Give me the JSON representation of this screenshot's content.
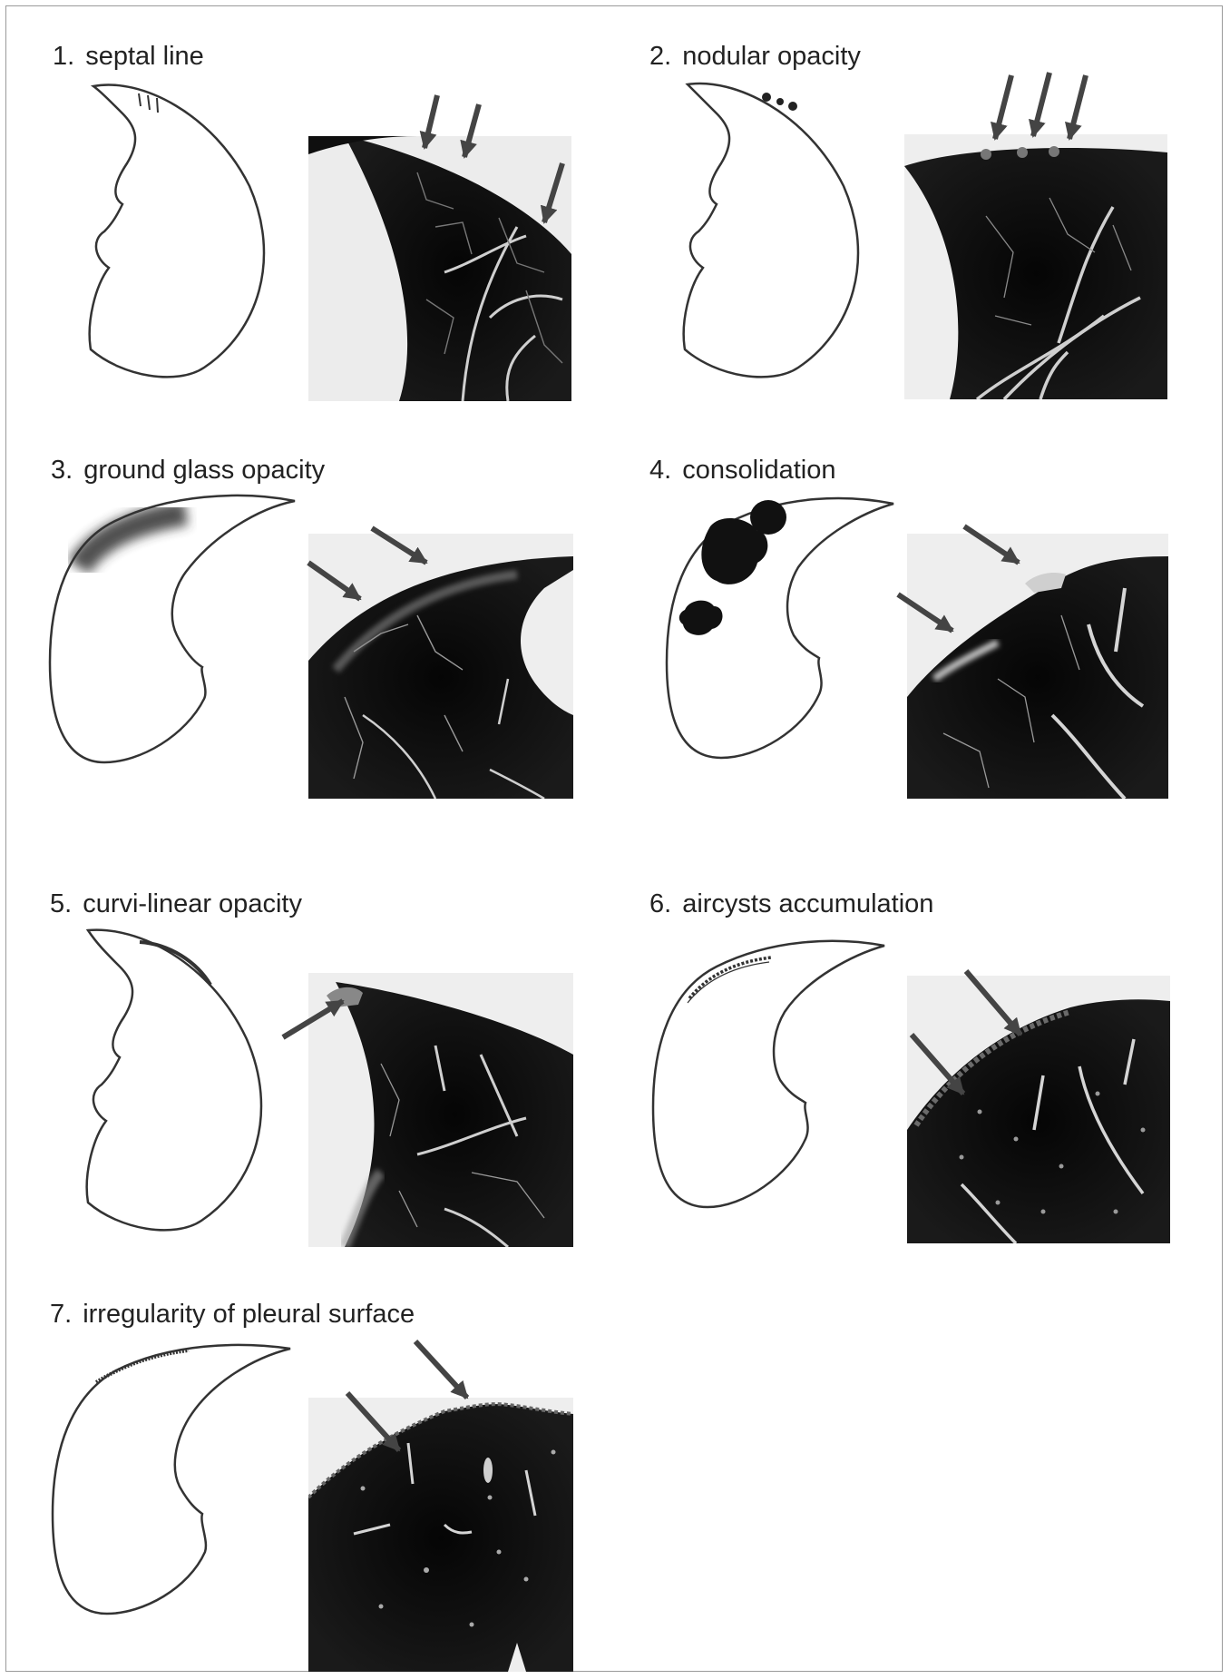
{
  "figure": {
    "panels": [
      {
        "number": "1.",
        "label": "septal line"
      },
      {
        "number": "2.",
        "label": "nodular opacity"
      },
      {
        "number": "3.",
        "label": "ground glass opacity"
      },
      {
        "number": "4.",
        "label": "consolidation"
      },
      {
        "number": "5.",
        "label": "curvi-linear opacity"
      },
      {
        "number": "6.",
        "label": "aircysts accumulation"
      },
      {
        "number": "7.",
        "label": "irregularity of pleural surface"
      }
    ]
  },
  "colors": {
    "outline": "#333333",
    "lung_dark": "#0d0d0d",
    "arrow": "#444444",
    "frame": "#9a9a9a"
  },
  "icons": {
    "arrow": "arrow-icon",
    "lung_outline": "lung-outline-icon"
  }
}
